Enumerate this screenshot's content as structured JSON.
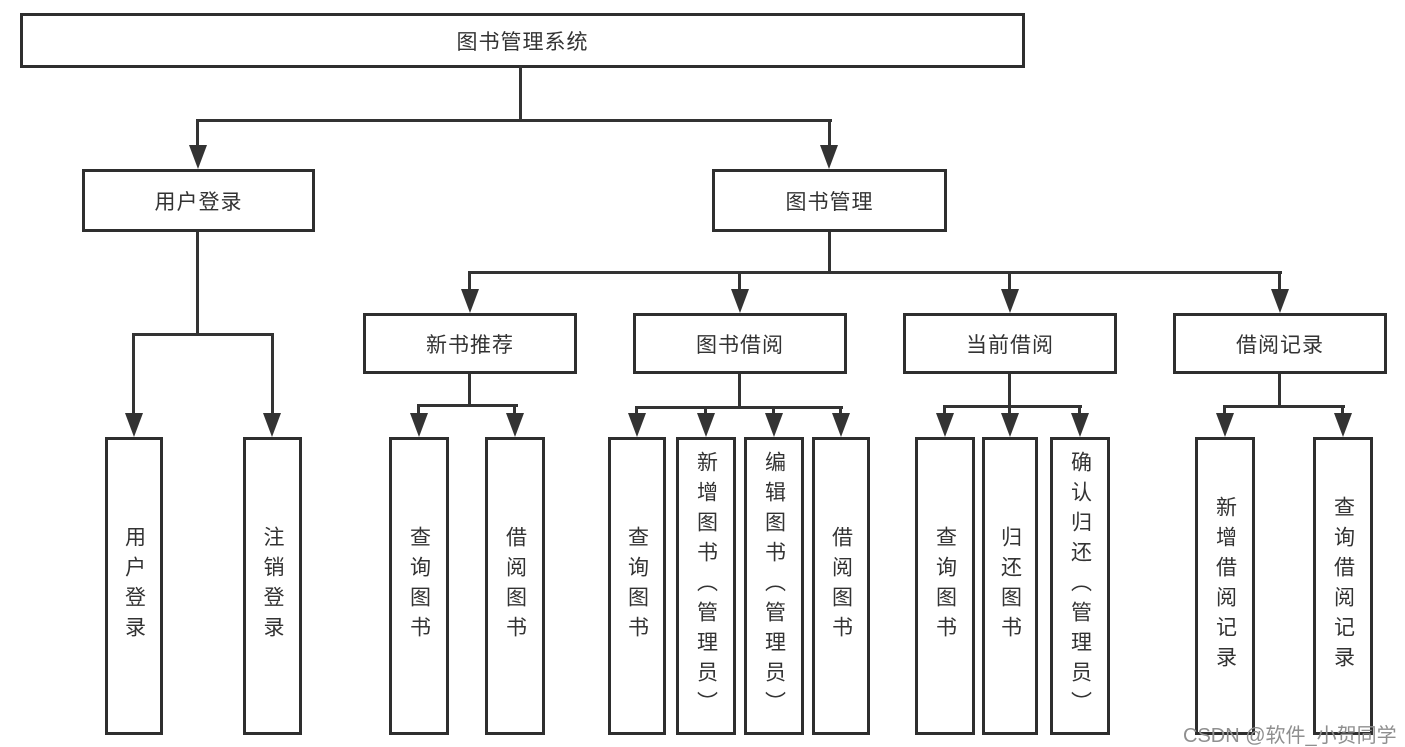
{
  "diagram": {
    "root": {
      "label": "图书管理系统",
      "children": [
        {
          "label": "用户登录",
          "children": [
            {
              "label": "用户登录"
            },
            {
              "label": "注销登录"
            }
          ]
        },
        {
          "label": "图书管理",
          "children": [
            {
              "label": "新书推荐",
              "children": [
                {
                  "label": "查询图书"
                },
                {
                  "label": "借阅图书"
                }
              ]
            },
            {
              "label": "图书借阅",
              "children": [
                {
                  "label": "查询图书"
                },
                {
                  "label": "新增图书（管理员）"
                },
                {
                  "label": "编辑图书（管理员）"
                },
                {
                  "label": "借阅图书"
                }
              ]
            },
            {
              "label": "当前借阅",
              "children": [
                {
                  "label": "查询图书"
                },
                {
                  "label": "归还图书"
                },
                {
                  "label": "确认归还（管理员）"
                }
              ]
            },
            {
              "label": "借阅记录",
              "children": [
                {
                  "label": "新增借阅记录"
                },
                {
                  "label": "查询借阅记录"
                }
              ]
            }
          ]
        }
      ]
    }
  },
  "watermark": {
    "text": "CSDN @软件_小贺同学"
  },
  "colors": {
    "line": "#333333",
    "box_border": "#2e2e2e",
    "text": "#333333",
    "watermark_text": "#8f8f8f",
    "background": "#ffffff"
  }
}
